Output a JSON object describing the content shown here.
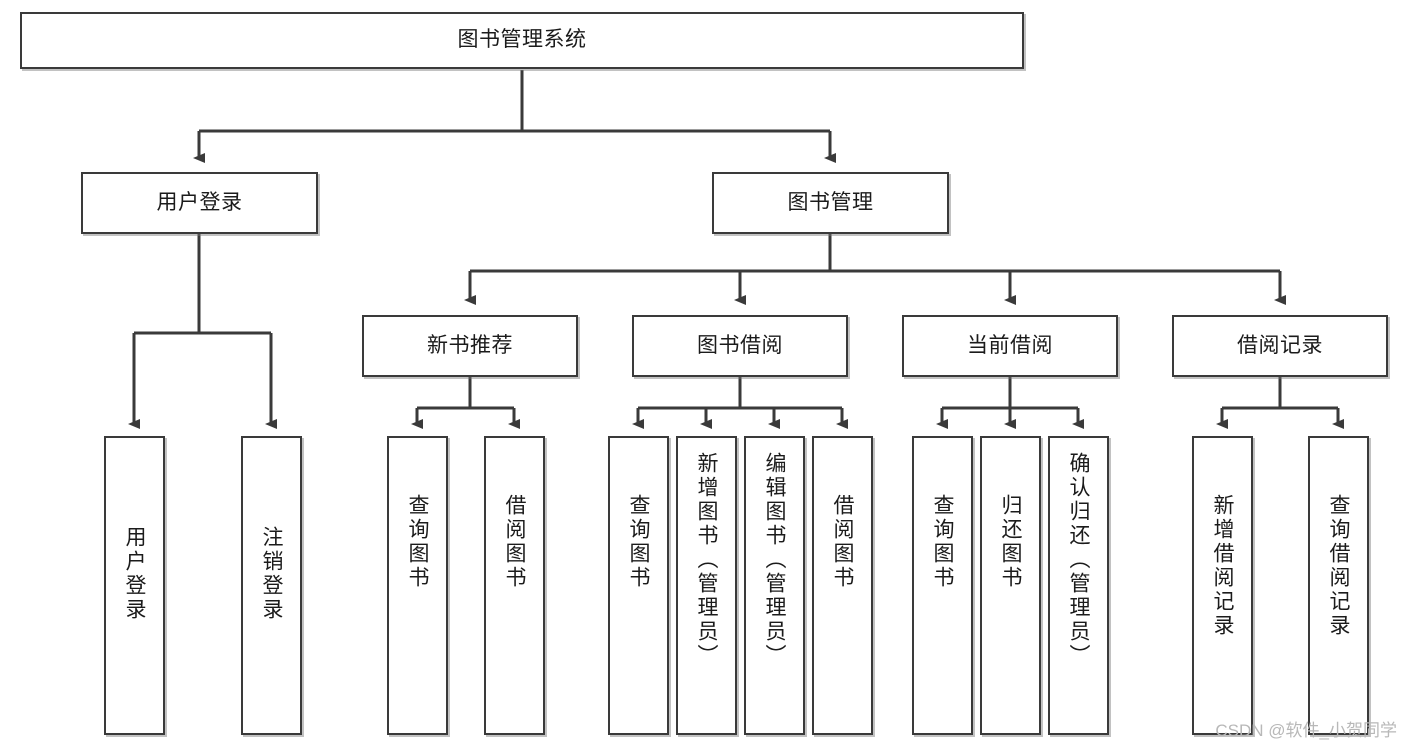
{
  "diagram": {
    "type": "tree",
    "title": "图书管理系统",
    "watermark": "CSDN @软件_小贺同学",
    "colors": {
      "stroke": "#3a3a3a",
      "fill": "#ffffff",
      "text": "#1b1b1b",
      "watermark": "#b8b8b8"
    },
    "root": {
      "label": "图书管理系统"
    },
    "level2": [
      {
        "label": "用户登录"
      },
      {
        "label": "图书管理"
      }
    ],
    "level3": [
      {
        "label": "新书推荐"
      },
      {
        "label": "图书借阅"
      },
      {
        "label": "当前借阅"
      },
      {
        "label": "借阅记录"
      }
    ],
    "leaves": {
      "user_login": [
        {
          "label": "用户登录"
        },
        {
          "label": "注销登录"
        }
      ],
      "new_books": [
        {
          "label": "查询图书"
        },
        {
          "label": "借阅图书"
        }
      ],
      "book_borrow": [
        {
          "label": "查询图书"
        },
        {
          "label": "新增图书（管理员）"
        },
        {
          "label": "编辑图书（管理员）"
        },
        {
          "label": "借阅图书"
        }
      ],
      "current_borrow": [
        {
          "label": "查询图书"
        },
        {
          "label": "归还图书"
        },
        {
          "label": "确认归还（管理员）"
        }
      ],
      "borrow_records": [
        {
          "label": "新增借阅记录"
        },
        {
          "label": "查询借阅记录"
        }
      ]
    }
  }
}
